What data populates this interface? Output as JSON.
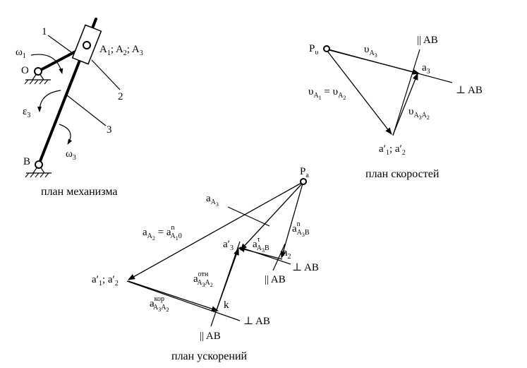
{
  "mechanism": {
    "caption": "план механизма",
    "label_1": "1",
    "label_2": "2",
    "label_3": "3",
    "point_O": "O",
    "point_B": "B",
    "slider_label": "A",
    "slider_subs": [
      "1",
      "2",
      "3"
    ],
    "omega1": "ω",
    "omega1_sub": "1",
    "eps3": "ε",
    "eps3_sub": "3",
    "omega3": "ω",
    "omega3_sub": "3"
  },
  "velocity_plan": {
    "caption": "план скоростей",
    "pole": "P",
    "pole_sub": "υ",
    "par_AB": "|| AB",
    "perp_AB": "⊥ AB",
    "a3": "a",
    "a3_sub": "3",
    "vA3": "υ",
    "vA3_sub": "A",
    "vA3_sub2": "3",
    "vA1_eq": "υ",
    "vA1_sub": "A",
    "vA1_sub2": "1",
    "eq": "=",
    "vA2": "υ",
    "vA2_sub": "A",
    "vA2_sub2": "2",
    "vA3A2": "υ",
    "vA3A2_sub": "A",
    "vA3A2_sub2": "3",
    "vA3A2_sub3": "A",
    "vA3A2_sub4": "2",
    "a1a2": "a′",
    "a1a2_sub1": "1",
    "a1a2_sep": "; a′",
    "a1a2_sub2": "2"
  },
  "accel_plan": {
    "caption": "план ускорений",
    "pole": "P",
    "pole_sub": "a",
    "aA3": "a",
    "aA3_sub": "A",
    "aA3_sub2": "3",
    "aA2": "a",
    "aA2_sub": "A",
    "aA2_sub2": "2",
    "eq": "=",
    "aA10": "a",
    "aA10_sup": "n",
    "aA10_sub": "A",
    "aA10_sub2": "1",
    "aA10_sub3": "0",
    "a3prime": "a′",
    "a3prime_sub": "3",
    "aA3B_tau": "a",
    "aA3B_tau_sup": "τ",
    "aA3B_tau_sub": "A",
    "aA3B_tau_sub2": "3",
    "aA3B_tau_sub3": "B",
    "aA3B_n": "a",
    "aA3B_n_sup": "n",
    "aA3B_n_sub": "A",
    "aA3B_n_sub2": "3",
    "aA3B_n_sub3": "B",
    "n2": "n",
    "n2_sub": "2",
    "perp_AB_1": "⊥ AB",
    "par_AB_1": "|| AB",
    "a1a2": "a′",
    "a1a2_sub1": "1",
    "a1a2_sep": "; a′",
    "a1a2_sub2": "2",
    "aotn": "a",
    "aotn_sup": "отн",
    "aotn_sub": "A",
    "aotn_sub2": "3",
    "aotn_sub3": "A",
    "aotn_sub4": "2",
    "akor": "a",
    "akor_sup": "кор",
    "akor_sub": "A",
    "akor_sub2": "3",
    "akor_sub3": "A",
    "akor_sub4": "2",
    "k": "k",
    "par_AB_2": "|| AB",
    "perp_AB_2": "⊥ AB"
  }
}
